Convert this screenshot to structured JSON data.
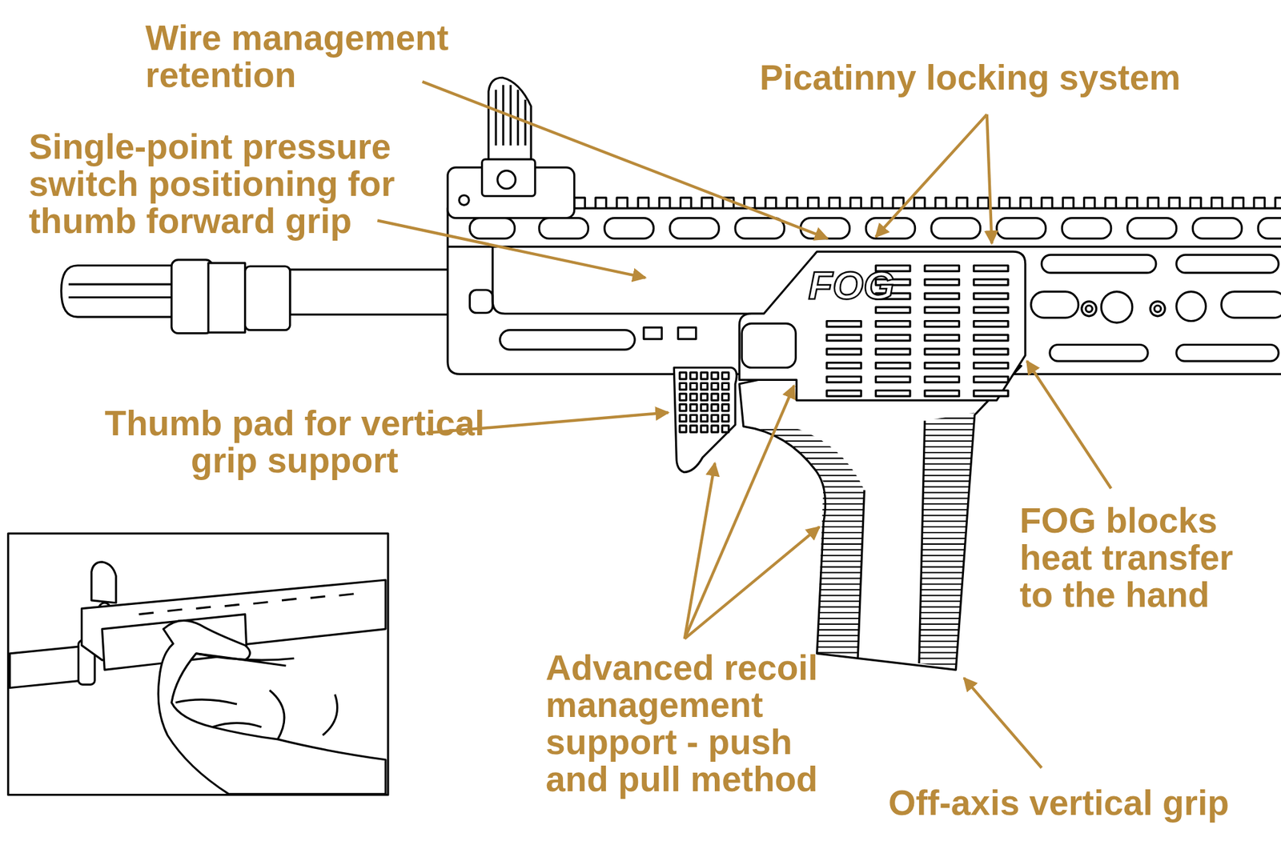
{
  "diagram": {
    "labels": [
      "Wire management retention",
      "Single-point pressure switch positioning for thumb forward grip",
      "Picatinny locking system",
      "Thumb pad for vertical grip support",
      "FOG blocks heat transfer to the hand",
      "Advanced recoil management support - push and pull method",
      "Off-axis vertical grip",
      "FOG"
    ]
  }
}
